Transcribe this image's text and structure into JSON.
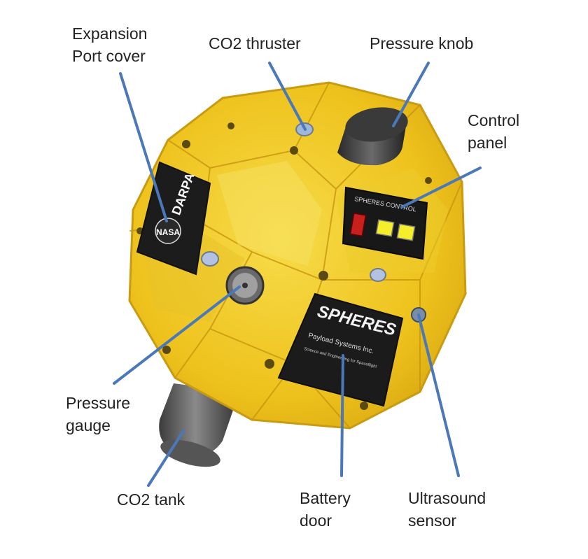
{
  "labels": {
    "expansion_port_cover": [
      "Expansion",
      "Port cover"
    ],
    "co2_thruster": "CO2 thruster",
    "pressure_knob": "Pressure knob",
    "control_panel": [
      "Control",
      "panel"
    ],
    "pressure_gauge": [
      "Pressure",
      "gauge"
    ],
    "co2_tank": "CO2 tank",
    "battery_door": [
      "Battery",
      "door"
    ],
    "ultrasound_sensor": [
      "Ultrasound",
      "sensor"
    ]
  },
  "device_markings": {
    "expansion_logo_1": "DARPA",
    "expansion_logo_2": "NASA",
    "panel_title": "SPHERES CONTROL",
    "door_title": "SPHERES",
    "door_subtitle": "Payload Systems Inc.",
    "door_small": "Science and Engineering for Spaceflight"
  },
  "colors": {
    "body_yellow": "#f3cc1e",
    "body_dark": "#c89a10",
    "leader_line": "#4a78b8",
    "label_text": "#222222",
    "panel_black": "#1a1a1a",
    "button_red": "#c8201c",
    "button_yellow": "#f5ee2a"
  }
}
